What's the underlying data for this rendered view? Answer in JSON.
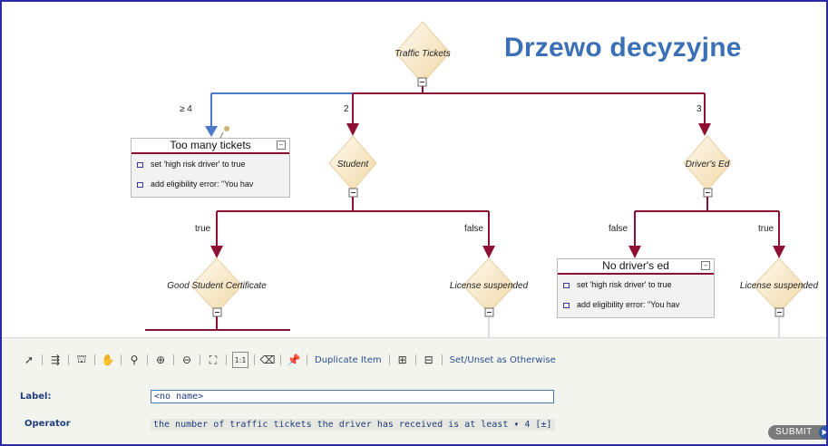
{
  "headline": "Drzewo decyzyjne",
  "tree": {
    "root": "Traffic Tickets",
    "edges": {
      "ge4": "≥ 4",
      "two": "2",
      "three": "3",
      "student_true": "true",
      "student_false": "false",
      "ed_false": "false",
      "ed_true": "true"
    },
    "decisions": {
      "student": "Student",
      "drivers_ed": "Driver's Ed",
      "good_student": "Good Student Certificate",
      "license_suspended_1": "License suspended",
      "license_suspended_2": "License suspended"
    },
    "actions": [
      {
        "title": "Too many tickets",
        "rows": [
          "set 'high risk driver' to true",
          "add eligibility error: \"You hav"
        ]
      },
      {
        "title": "No driver's ed",
        "rows": [
          "set 'high risk driver' to true",
          "add eligibility error: \"You hav"
        ]
      }
    ]
  },
  "toolbar": {
    "icons": [
      "select-arrow-icon",
      "add-branch-icon",
      "tree-layout-icon",
      "pan-hand-icon",
      "zoom-icon",
      "zoom-in-icon",
      "zoom-out-icon",
      "fit-to-screen-icon",
      "actual-size-icon",
      "eraser-icon",
      "pin-icon"
    ],
    "duplicate": "Duplicate Item",
    "set_otherwise": "Set/Unset as Otherwise"
  },
  "properties": {
    "label_caption": "Label:",
    "label_value": "<no name>",
    "operator_caption": "Operator",
    "operator_expr": "the number of traffic tickets the driver has received is at least ▾ 4 [±]"
  },
  "submit": "SUBMIT",
  "colors": {
    "edge": "#8e1033",
    "selected_edge": "#4a7ac8",
    "diamond_fill": "#f6e3bd",
    "headline": "#3b6fb6"
  }
}
